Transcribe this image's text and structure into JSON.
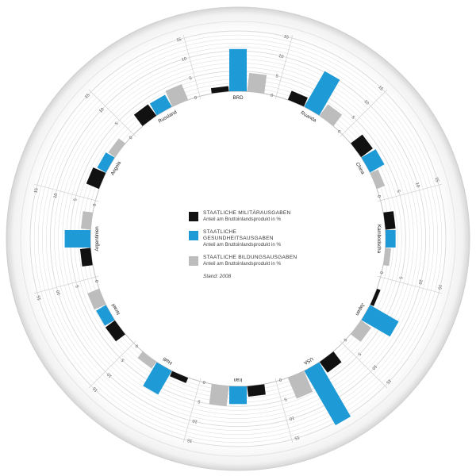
{
  "chart_data": {
    "type": "bar",
    "layout": "radial",
    "ylim": [
      0,
      15
    ],
    "tick_labels": [
      "0",
      "5",
      "10",
      "15"
    ],
    "categories": [
      "BRD",
      "Ruanda",
      "China",
      "Kambodscha",
      "Japan",
      "USA",
      "Iran",
      "Haiti",
      "Israel",
      "Argentinien",
      "Angola",
      "Russland"
    ],
    "series": [
      {
        "name": "STAATLICHE MILITÄRAUSGABEN",
        "color": "#111111",
        "values": [
          1.3,
          2.4,
          3.6,
          2.5,
          0.9,
          3.3,
          2.6,
          1.4,
          2.9,
          2.6,
          3.4,
          3.5
        ]
      },
      {
        "name": "STAATLICHE GESUNDHEITSAUSGABEN",
        "color": "#1e9ad6",
        "values": [
          10.5,
          10.2,
          4.1,
          2.5,
          8.2,
          15.6,
          4.4,
          6.8,
          2.8,
          6.4,
          2.5,
          3.4
        ]
      },
      {
        "name": "STAATLICHE BILDUNGSAUSGABEN",
        "color": "#bdbdbd",
        "values": [
          4.6,
          3.5,
          2.1,
          1.4,
          3.1,
          5.6,
          5.0,
          2.0,
          3.1,
          2.4,
          2.0,
          4.2
        ]
      }
    ],
    "legend_subtitle": "Anteil am Bruttoinlandsprodukt in %",
    "note": "Stand: 2008",
    "legend_placement": "center",
    "grid": true
  }
}
